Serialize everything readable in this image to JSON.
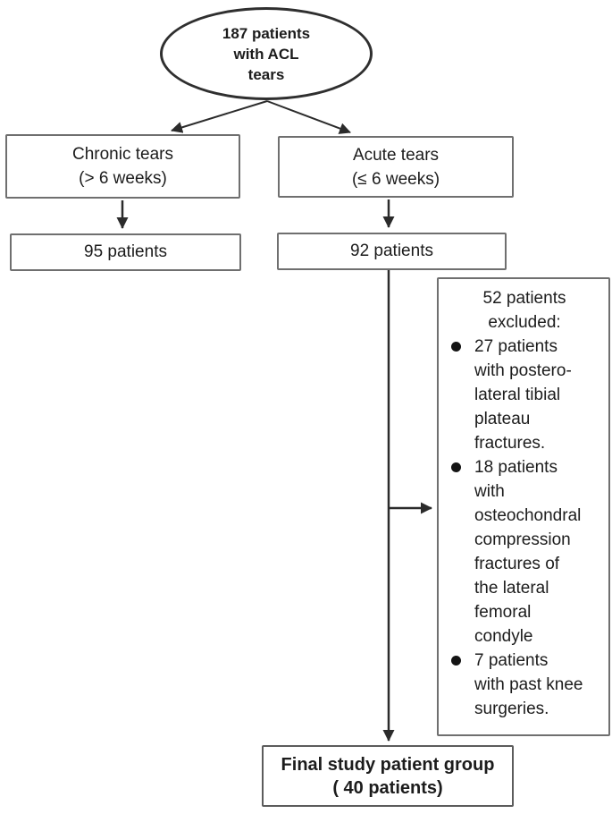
{
  "diagram": {
    "type": "flowchart",
    "colors": {
      "background": "#ffffff",
      "box_border": "#6f6f6f",
      "ellipse_border": "#2f2f2f",
      "arrow": "#2b2b2b",
      "text": "#1c1c1c"
    },
    "nodes": {
      "root": {
        "shape": "ellipse",
        "label": "187 patients\nwith ACL\ntears"
      },
      "chronic": {
        "shape": "rect",
        "label": "Chronic tears\n(> 6 weeks)"
      },
      "acute": {
        "shape": "rect",
        "label": "Acute tears\n(≤ 6 weeks)"
      },
      "chronic_count": {
        "shape": "rect",
        "label": "95 patients"
      },
      "acute_count": {
        "shape": "rect",
        "label": "92 patients"
      },
      "excluded": {
        "shape": "rect",
        "header": "52 patients\nexcluded:",
        "items": [
          {
            "text": "27 patients\nwith postero-\nlateral tibial\nplateau\nfractures."
          },
          {
            "text": "18 patients\nwith\nosteochondral\ncompression\nfractures of\nthe lateral\nfemoral\ncondyle"
          },
          {
            "text": "7 patients\nwith past knee\nsurgeries."
          }
        ]
      },
      "final": {
        "shape": "rect",
        "label": "Final study patient group\n( 40 patients)"
      }
    },
    "edges": [
      {
        "from": "root",
        "to": "chronic"
      },
      {
        "from": "root",
        "to": "acute"
      },
      {
        "from": "chronic",
        "to": "chronic_count"
      },
      {
        "from": "acute",
        "to": "acute_count"
      },
      {
        "from": "acute_count",
        "to": "final"
      },
      {
        "from": "acute_count",
        "to": "excluded"
      }
    ]
  }
}
